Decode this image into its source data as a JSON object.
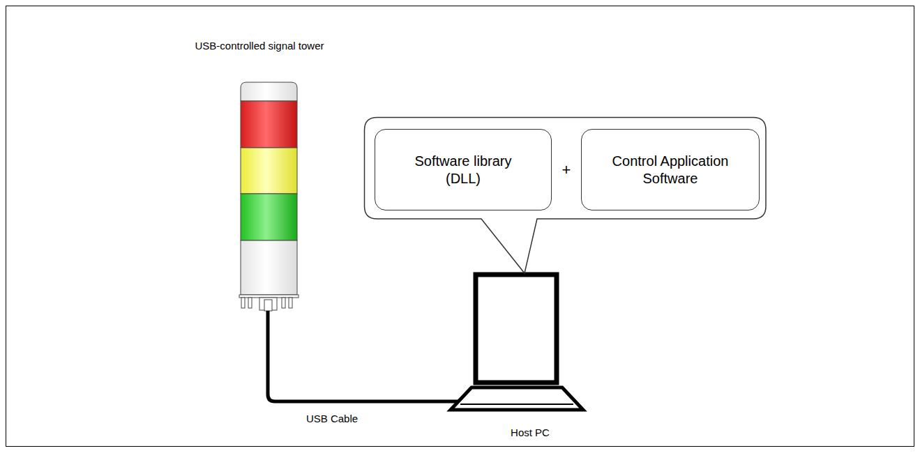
{
  "diagram": {
    "nodes": [
      {
        "text": [
          "+"
        ]
      },
      {
        "text": [
          "Software library (DLL)"
        ],
        "in": 0
      },
      {
        "text": [
          "Control Application Software"
        ],
        "in": 0
      }
    ],
    "labels": [
      "USB-controlled signal tower",
      "USB Cable",
      "Host PC"
    ]
  }
}
